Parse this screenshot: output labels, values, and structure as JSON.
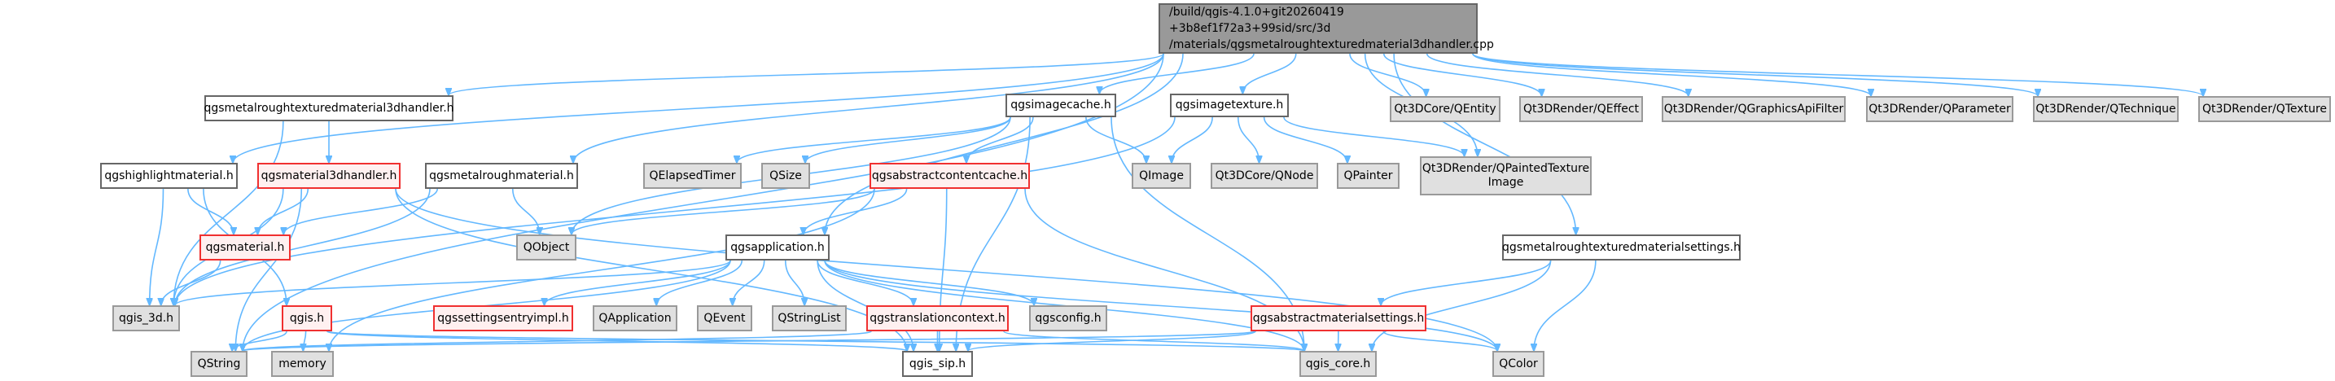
{
  "diagram": {
    "title": "Include dependency graph",
    "root": {
      "id": "root",
      "label": "/build/qgis-4.1.0+git20260419\n+3b8ef1f72a3+99sid/src/3d\n/materials/qgsmetalroughtexturedmaterial3dhandler.cpp",
      "kind": "root"
    },
    "nodes": [
      {
        "id": "mrtm3dh",
        "label": "qgsmetalroughtexturedmaterial3dhandler.h",
        "kind": "doc"
      },
      {
        "id": "imagecache",
        "label": "qgsimagecache.h",
        "kind": "doc"
      },
      {
        "id": "imagetexture",
        "label": "qgsimagetexture.h",
        "kind": "doc"
      },
      {
        "id": "qentity",
        "label": "Qt3DCore/QEntity",
        "kind": "ext"
      },
      {
        "id": "qeffect",
        "label": "Qt3DRender/QEffect",
        "kind": "ext"
      },
      {
        "id": "qgfxapi",
        "label": "Qt3DRender/QGraphicsApiFilter",
        "kind": "ext"
      },
      {
        "id": "qparam",
        "label": "Qt3DRender/QParameter",
        "kind": "ext"
      },
      {
        "id": "qtech",
        "label": "Qt3DRender/QTechnique",
        "kind": "ext"
      },
      {
        "id": "qtexture",
        "label": "Qt3DRender/QTexture",
        "kind": "ext"
      },
      {
        "id": "highlight",
        "label": "qgshighlightmaterial.h",
        "kind": "doc"
      },
      {
        "id": "mat3dh",
        "label": "qgsmaterial3dhandler.h",
        "kind": "red"
      },
      {
        "id": "metalrough",
        "label": "qgsmetalroughmaterial.h",
        "kind": "doc"
      },
      {
        "id": "qelapsed",
        "label": "QElapsedTimer",
        "kind": "ext"
      },
      {
        "id": "qsize",
        "label": "QSize",
        "kind": "ext"
      },
      {
        "id": "abscache",
        "label": "qgsabstractcontentcache.h",
        "kind": "red"
      },
      {
        "id": "qimage",
        "label": "QImage",
        "kind": "ext"
      },
      {
        "id": "qnode",
        "label": "Qt3DCore/QNode",
        "kind": "ext"
      },
      {
        "id": "qpainter",
        "label": "QPainter",
        "kind": "ext"
      },
      {
        "id": "qpainted",
        "label": "Qt3DRender/QPaintedTexture\nImage",
        "kind": "ext"
      },
      {
        "id": "material",
        "label": "qgsmaterial.h",
        "kind": "red"
      },
      {
        "id": "qobject",
        "label": "QObject",
        "kind": "ext"
      },
      {
        "id": "application",
        "label": "qgsapplication.h",
        "kind": "doc"
      },
      {
        "id": "mrtmsettings",
        "label": "qgsmetalroughtexturedmaterialsettings.h",
        "kind": "doc"
      },
      {
        "id": "qgis3d",
        "label": "qgis_3d.h",
        "kind": "ext"
      },
      {
        "id": "qgis",
        "label": "qgis.h",
        "kind": "red"
      },
      {
        "id": "settingsimpl",
        "label": "qgssettingsentryimpl.h",
        "kind": "red"
      },
      {
        "id": "qapplication",
        "label": "QApplication",
        "kind": "ext"
      },
      {
        "id": "qevent",
        "label": "QEvent",
        "kind": "ext"
      },
      {
        "id": "qstringlist",
        "label": "QStringList",
        "kind": "ext"
      },
      {
        "id": "translation",
        "label": "qgstranslationcontext.h",
        "kind": "red"
      },
      {
        "id": "qgsconfig",
        "label": "qgsconfig.h",
        "kind": "ext"
      },
      {
        "id": "absmatsettings",
        "label": "qgsabstractmaterialsettings.h",
        "kind": "red"
      },
      {
        "id": "qstring",
        "label": "QString",
        "kind": "ext"
      },
      {
        "id": "memory",
        "label": "memory",
        "kind": "ext"
      },
      {
        "id": "qgissip",
        "label": "qgis_sip.h",
        "kind": "doc"
      },
      {
        "id": "qgiscore",
        "label": "qgis_core.h",
        "kind": "ext"
      },
      {
        "id": "qcolor",
        "label": "QColor",
        "kind": "ext"
      }
    ],
    "edges": [
      [
        "root",
        "mrtm3dh"
      ],
      [
        "root",
        "imagecache"
      ],
      [
        "root",
        "imagetexture"
      ],
      [
        "root",
        "qentity"
      ],
      [
        "root",
        "qeffect"
      ],
      [
        "root",
        "qgfxapi"
      ],
      [
        "root",
        "qparam"
      ],
      [
        "root",
        "qtech"
      ],
      [
        "root",
        "qtexture"
      ],
      [
        "root",
        "highlight"
      ],
      [
        "root",
        "metalrough"
      ],
      [
        "root",
        "application"
      ],
      [
        "root",
        "qpainted"
      ],
      [
        "root",
        "mrtmsettings"
      ],
      [
        "root",
        "qstring"
      ],
      [
        "mrtm3dh",
        "mat3dh"
      ],
      [
        "mrtm3dh",
        "qgis3d"
      ],
      [
        "highlight",
        "material"
      ],
      [
        "highlight",
        "qgis3d"
      ],
      [
        "highlight",
        "qgis"
      ],
      [
        "mat3dh",
        "material"
      ],
      [
        "mat3dh",
        "qgis3d"
      ],
      [
        "mat3dh",
        "qstring"
      ],
      [
        "mat3dh",
        "qgissip"
      ],
      [
        "mat3dh",
        "qcolor"
      ],
      [
        "metalrough",
        "material"
      ],
      [
        "metalrough",
        "qobject"
      ],
      [
        "metalrough",
        "qgis3d"
      ],
      [
        "material",
        "qgis3d"
      ],
      [
        "imagecache",
        "qelapsed"
      ],
      [
        "imagecache",
        "qsize"
      ],
      [
        "imagecache",
        "abscache"
      ],
      [
        "imagecache",
        "qimage"
      ],
      [
        "imagecache",
        "qgissip"
      ],
      [
        "imagecache",
        "qgiscore"
      ],
      [
        "imagecache",
        "qobject"
      ],
      [
        "imagetexture",
        "qimage"
      ],
      [
        "imagetexture",
        "qnode"
      ],
      [
        "imagetexture",
        "qpainter"
      ],
      [
        "imagetexture",
        "qpainted"
      ],
      [
        "imagetexture",
        "qgis3d"
      ],
      [
        "abscache",
        "application"
      ],
      [
        "abscache",
        "qobject"
      ],
      [
        "abscache",
        "qgissip"
      ],
      [
        "abscache",
        "qgiscore"
      ],
      [
        "abscache",
        "memory"
      ],
      [
        "application",
        "qgis3d"
      ],
      [
        "application",
        "settingsimpl"
      ],
      [
        "application",
        "qapplication"
      ],
      [
        "application",
        "qevent"
      ],
      [
        "application",
        "qstringlist"
      ],
      [
        "application",
        "translation"
      ],
      [
        "application",
        "qgsconfig"
      ],
      [
        "application",
        "qgiscore"
      ],
      [
        "application",
        "qcolor"
      ],
      [
        "application",
        "qstring"
      ],
      [
        "application",
        "qgissip"
      ],
      [
        "qgis",
        "qstring"
      ],
      [
        "qgis",
        "memory"
      ],
      [
        "qgis",
        "qgissip"
      ],
      [
        "qgis",
        "qgiscore"
      ],
      [
        "translation",
        "qgissip"
      ],
      [
        "translation",
        "qgiscore"
      ],
      [
        "translation",
        "qstring"
      ],
      [
        "mrtmsettings",
        "absmatsettings"
      ],
      [
        "mrtmsettings",
        "qgiscore"
      ],
      [
        "mrtmsettings",
        "qcolor"
      ],
      [
        "absmatsettings",
        "qgiscore"
      ],
      [
        "absmatsettings",
        "qcolor"
      ],
      [
        "absmatsettings",
        "qstring"
      ],
      [
        "absmatsettings",
        "qgissip"
      ]
    ],
    "colors": {
      "edge": "#63b8ff",
      "root_fill": "#999999",
      "doc_fill": "#ffffff",
      "red_fill": "#fff0f0",
      "red_border": "#f03030",
      "ext_fill": "#e0e0e0"
    }
  }
}
